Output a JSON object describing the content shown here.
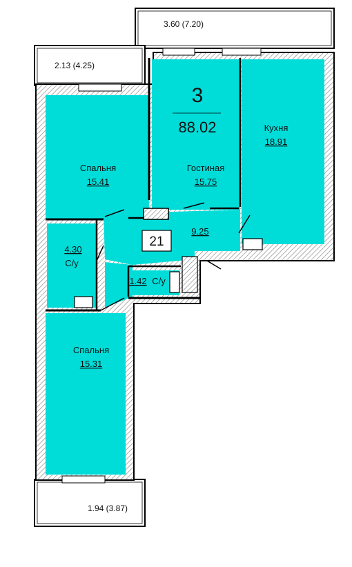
{
  "apartment": {
    "rooms_count": "3",
    "total_area": "88.02",
    "number": "21"
  },
  "rooms": {
    "bedroom_top": {
      "name": "Спальня",
      "area": "15.41"
    },
    "living": {
      "name": "Гостиная",
      "area": "15.75"
    },
    "kitchen": {
      "name": "Кухня",
      "area": "18.91"
    },
    "hall": {
      "area": "9.25"
    },
    "bath_large": {
      "area": "4.30",
      "name": "С/у"
    },
    "bath_small": {
      "area": "1.42",
      "name": "С/у"
    },
    "bedroom_bottom": {
      "name": "Спальня",
      "area": "15.31"
    }
  },
  "balconies": {
    "top_right": "3.60 (7.20)",
    "top_left": "2.13 (4.25)",
    "bottom": "1.94 (3.87)"
  },
  "colors": {
    "room_fill": "#00ddd9",
    "wall": "#000000",
    "wall_hatch": "#9a9a9a"
  }
}
